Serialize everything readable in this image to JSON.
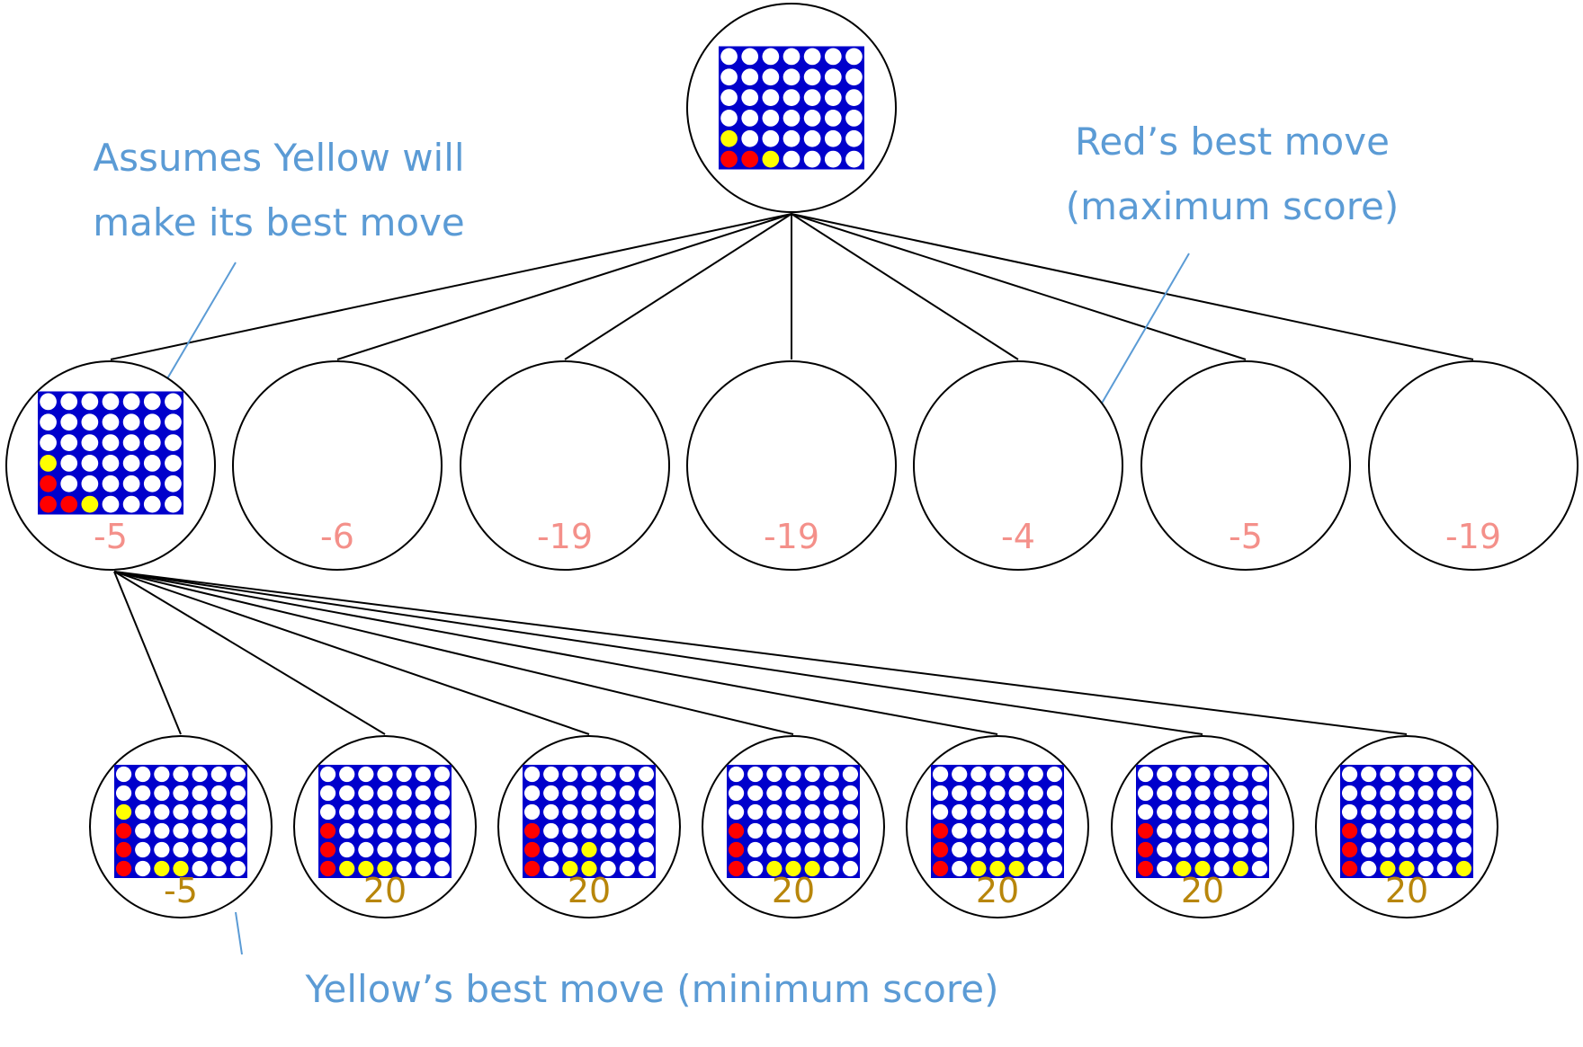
{
  "annotations": {
    "yellow_assumption": [
      "Assumes Yellow will",
      "make its best move"
    ],
    "red_best": [
      "Red’s best move",
      "(maximum score)"
    ],
    "yellow_best": "Yellow’s best move (minimum score)"
  },
  "colors": {
    "board": "#0000cc",
    "red_disc": "#ff0000",
    "yellow_disc": "#ffff00",
    "empty": "#ffffff",
    "annotation": "#5b9bd5",
    "red_score": "#f4908a",
    "yellow_score": "#b8860b"
  },
  "tree": {
    "root": {
      "board": [
        "RY",
        "R",
        "Y",
        "",
        "",
        "",
        ""
      ]
    },
    "level1": [
      {
        "score": "-5",
        "board": [
          "RRY",
          "R",
          "Y",
          "",
          "",
          "",
          ""
        ]
      },
      {
        "score": "-6",
        "board": null
      },
      {
        "score": "-19",
        "board": null
      },
      {
        "score": "-19",
        "board": null
      },
      {
        "score": "-4",
        "board": null
      },
      {
        "score": "-5",
        "board": null
      },
      {
        "score": "-19",
        "board": null
      }
    ],
    "level2": [
      {
        "score": "-5",
        "board": [
          "RRRY",
          "",
          "Y",
          "Y",
          "",
          "",
          ""
        ]
      },
      {
        "score": "20",
        "board": [
          "RRR",
          "Y",
          "Y",
          "Y",
          "",
          "",
          ""
        ]
      },
      {
        "score": "20",
        "board": [
          "RRR",
          "",
          "Y",
          "YY",
          "",
          "",
          ""
        ]
      },
      {
        "score": "20",
        "board": [
          "RRR",
          "",
          "Y",
          "Y",
          "Y",
          "",
          ""
        ]
      },
      {
        "score": "20",
        "board": [
          "RRR",
          "",
          "Y",
          "Y",
          "Y",
          "",
          ""
        ]
      },
      {
        "score": "20",
        "board": [
          "RRR",
          "",
          "Y",
          "Y",
          "",
          "Y",
          ""
        ]
      },
      {
        "score": "20",
        "board": [
          "RRR",
          "",
          "Y",
          "Y",
          "",
          "",
          "Y"
        ]
      }
    ]
  }
}
